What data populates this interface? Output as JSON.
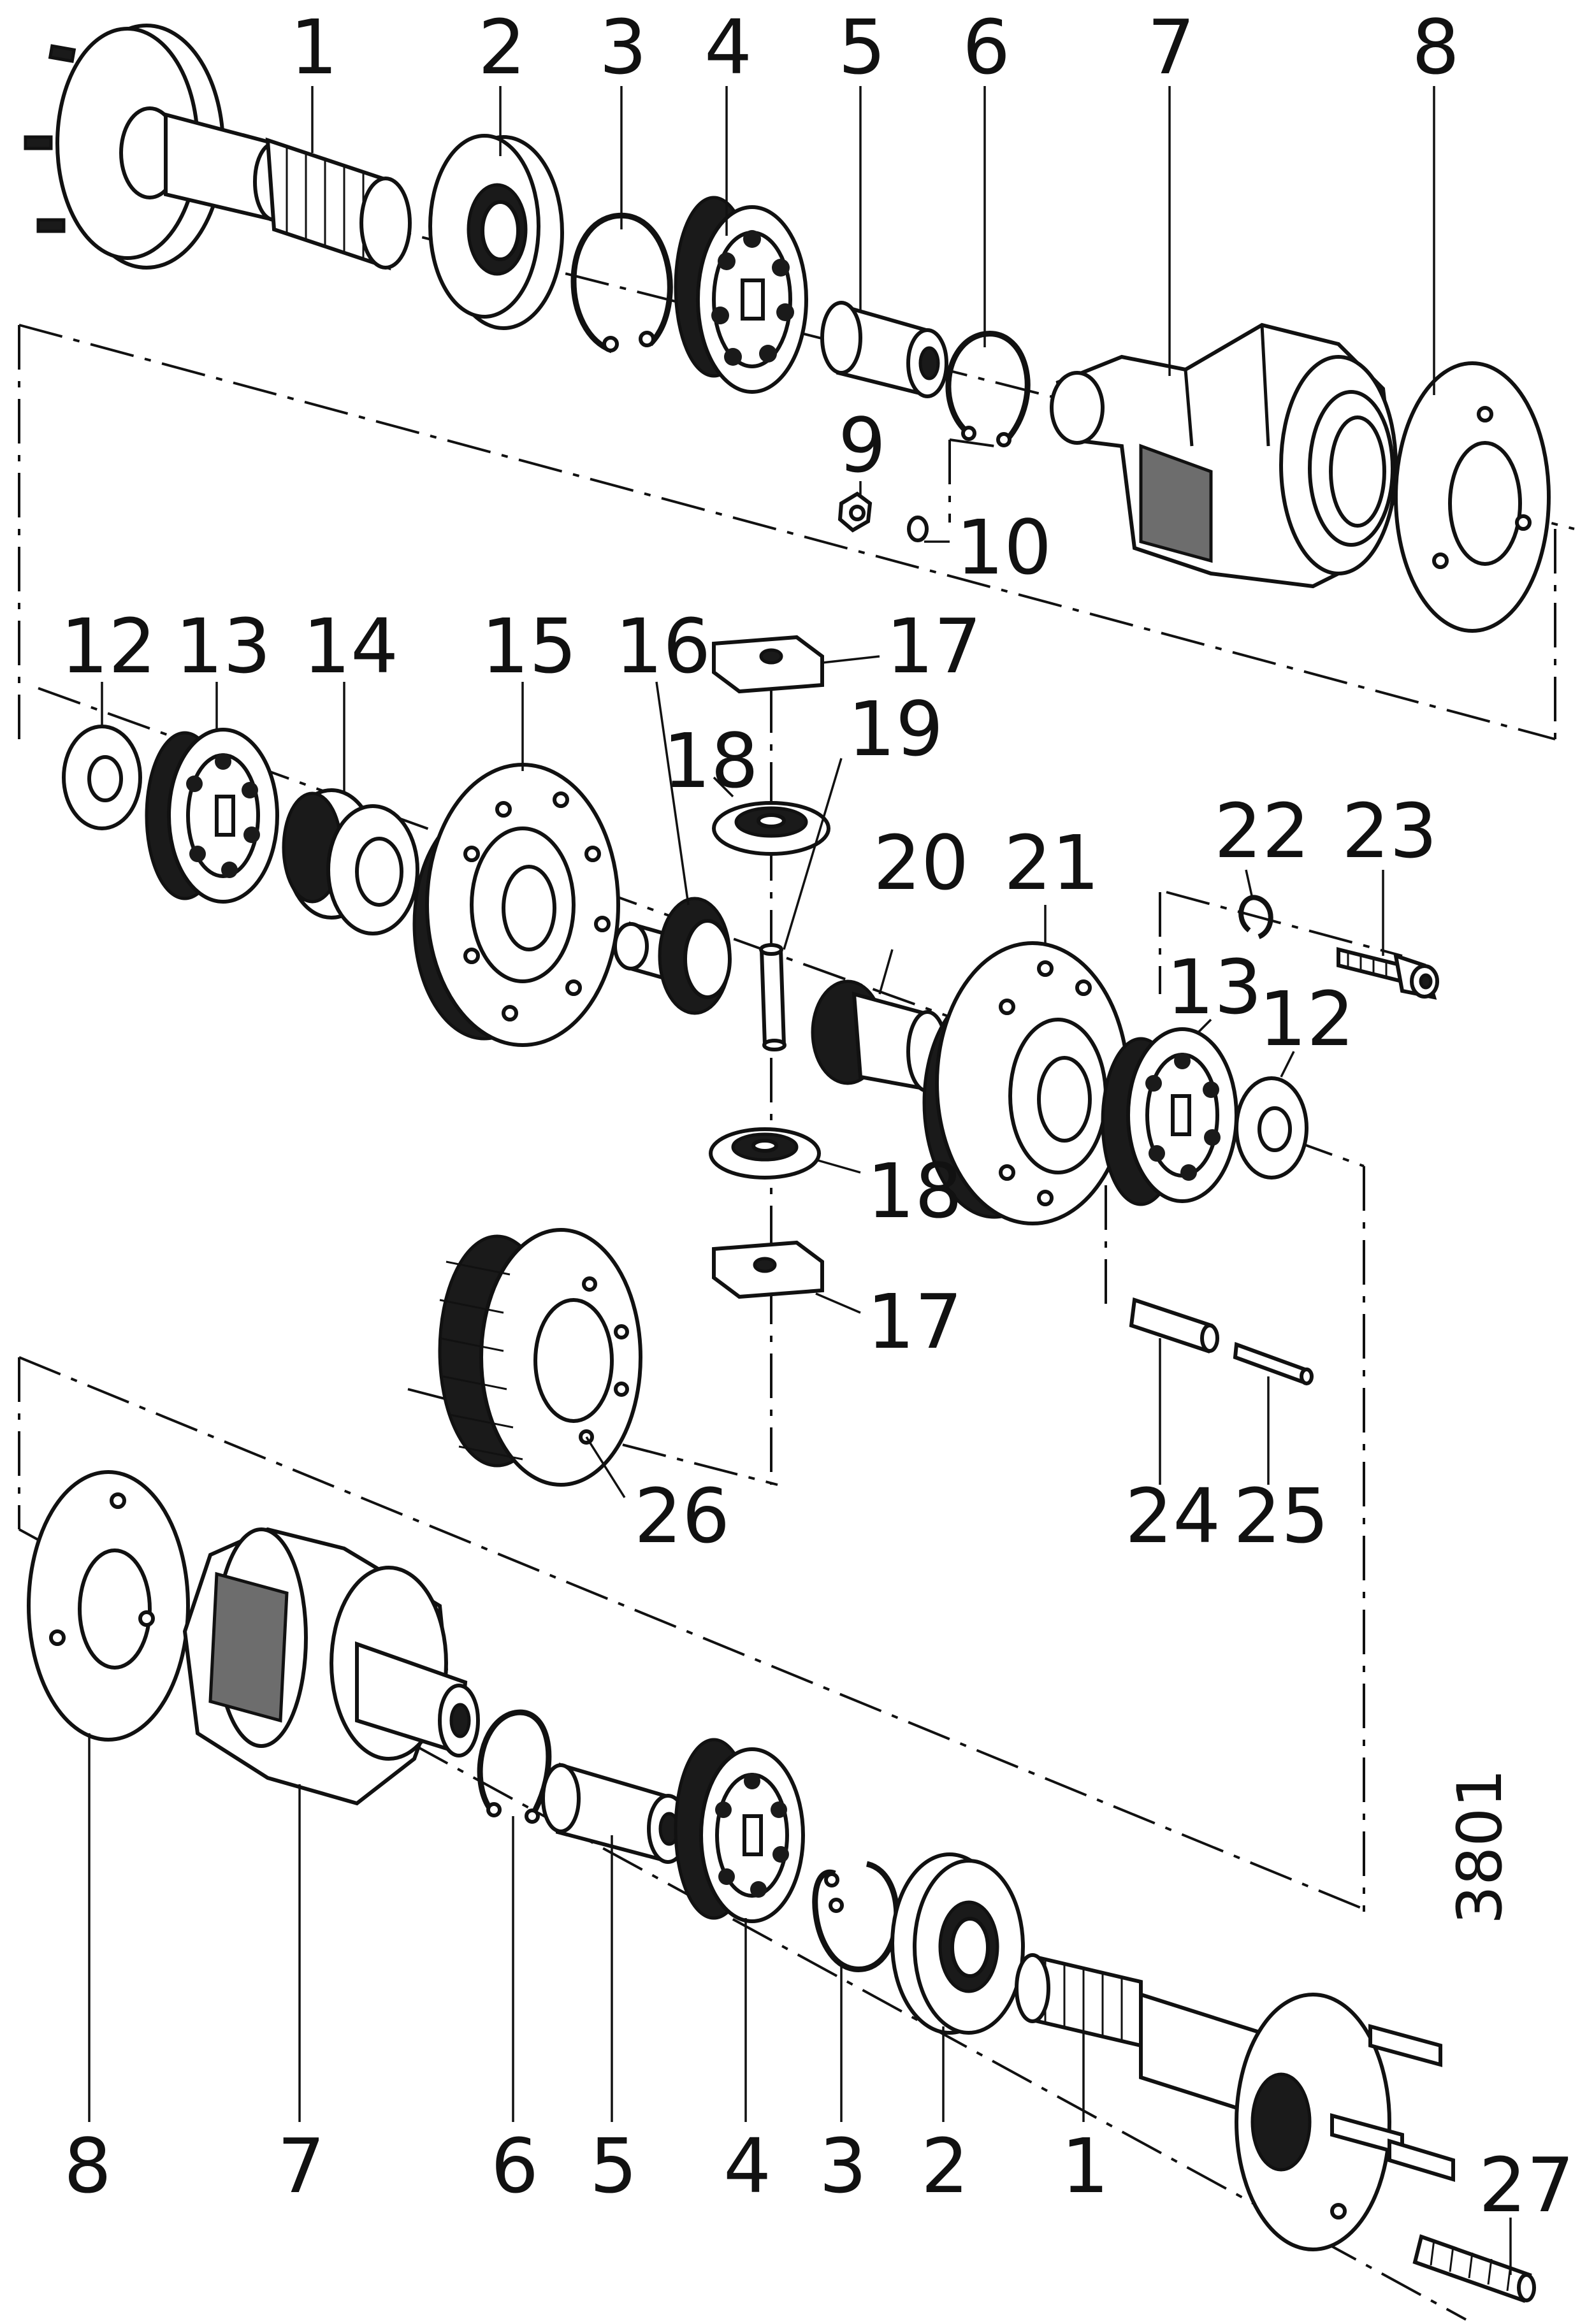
{
  "diagram": {
    "reference_code": "3801",
    "callouts": {
      "top": [
        "1",
        "2",
        "3",
        "4",
        "5",
        "6",
        "7",
        "8",
        "9",
        "10"
      ],
      "middle": [
        "12",
        "13",
        "14",
        "15",
        "16",
        "17",
        "18",
        "19",
        "20",
        "21",
        "22",
        "23",
        "13",
        "12",
        "18",
        "17",
        "24",
        "25",
        "26"
      ],
      "bottom": [
        "8",
        "7",
        "6",
        "5",
        "4",
        "3",
        "2",
        "1",
        "27"
      ]
    }
  }
}
